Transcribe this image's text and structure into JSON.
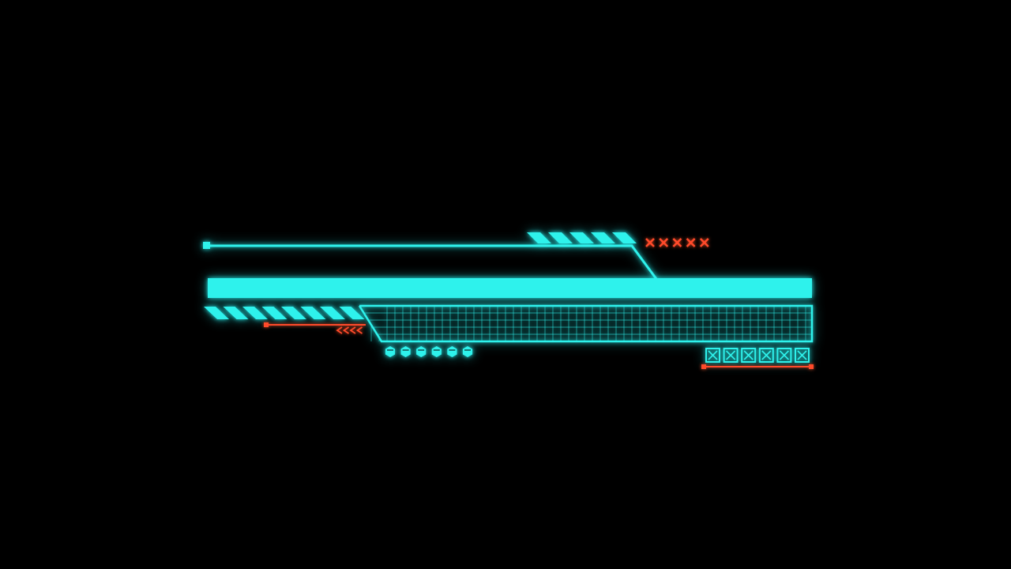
{
  "hud": {
    "colors": {
      "background": "#000000",
      "primary": "#2ef2ec",
      "accent": "#ff4a2a"
    },
    "elements": {
      "top_stripe_count": 5,
      "top_x_marker_count": 5,
      "lower_stripe_count": 8,
      "chevron_count": 4,
      "hexagon_count": 6,
      "crossed_box_count": 6
    }
  }
}
